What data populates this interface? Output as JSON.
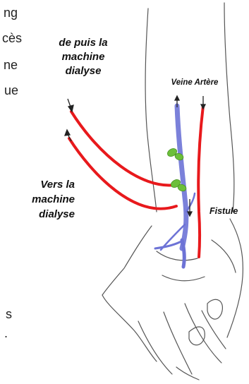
{
  "background_text": {
    "fragments": [
      "ng",
      "cès",
      "ne",
      "ue",
      "s",
      "."
    ]
  },
  "labels": {
    "from_machine": [
      "de puis la",
      "machine",
      "dialyse"
    ],
    "to_machine": [
      "Vers la",
      "machine",
      "dialyse"
    ],
    "vein_artery": "Veine Artère",
    "fistula": "Fistule"
  },
  "colors": {
    "artery": "#e8191c",
    "vein": "#6d73d6",
    "clip": "#6cbf3a",
    "outline": "#555555",
    "text": "#111111"
  },
  "icons": [
    "arrow-up-icon",
    "arrow-down-icon",
    "clip-icon"
  ]
}
